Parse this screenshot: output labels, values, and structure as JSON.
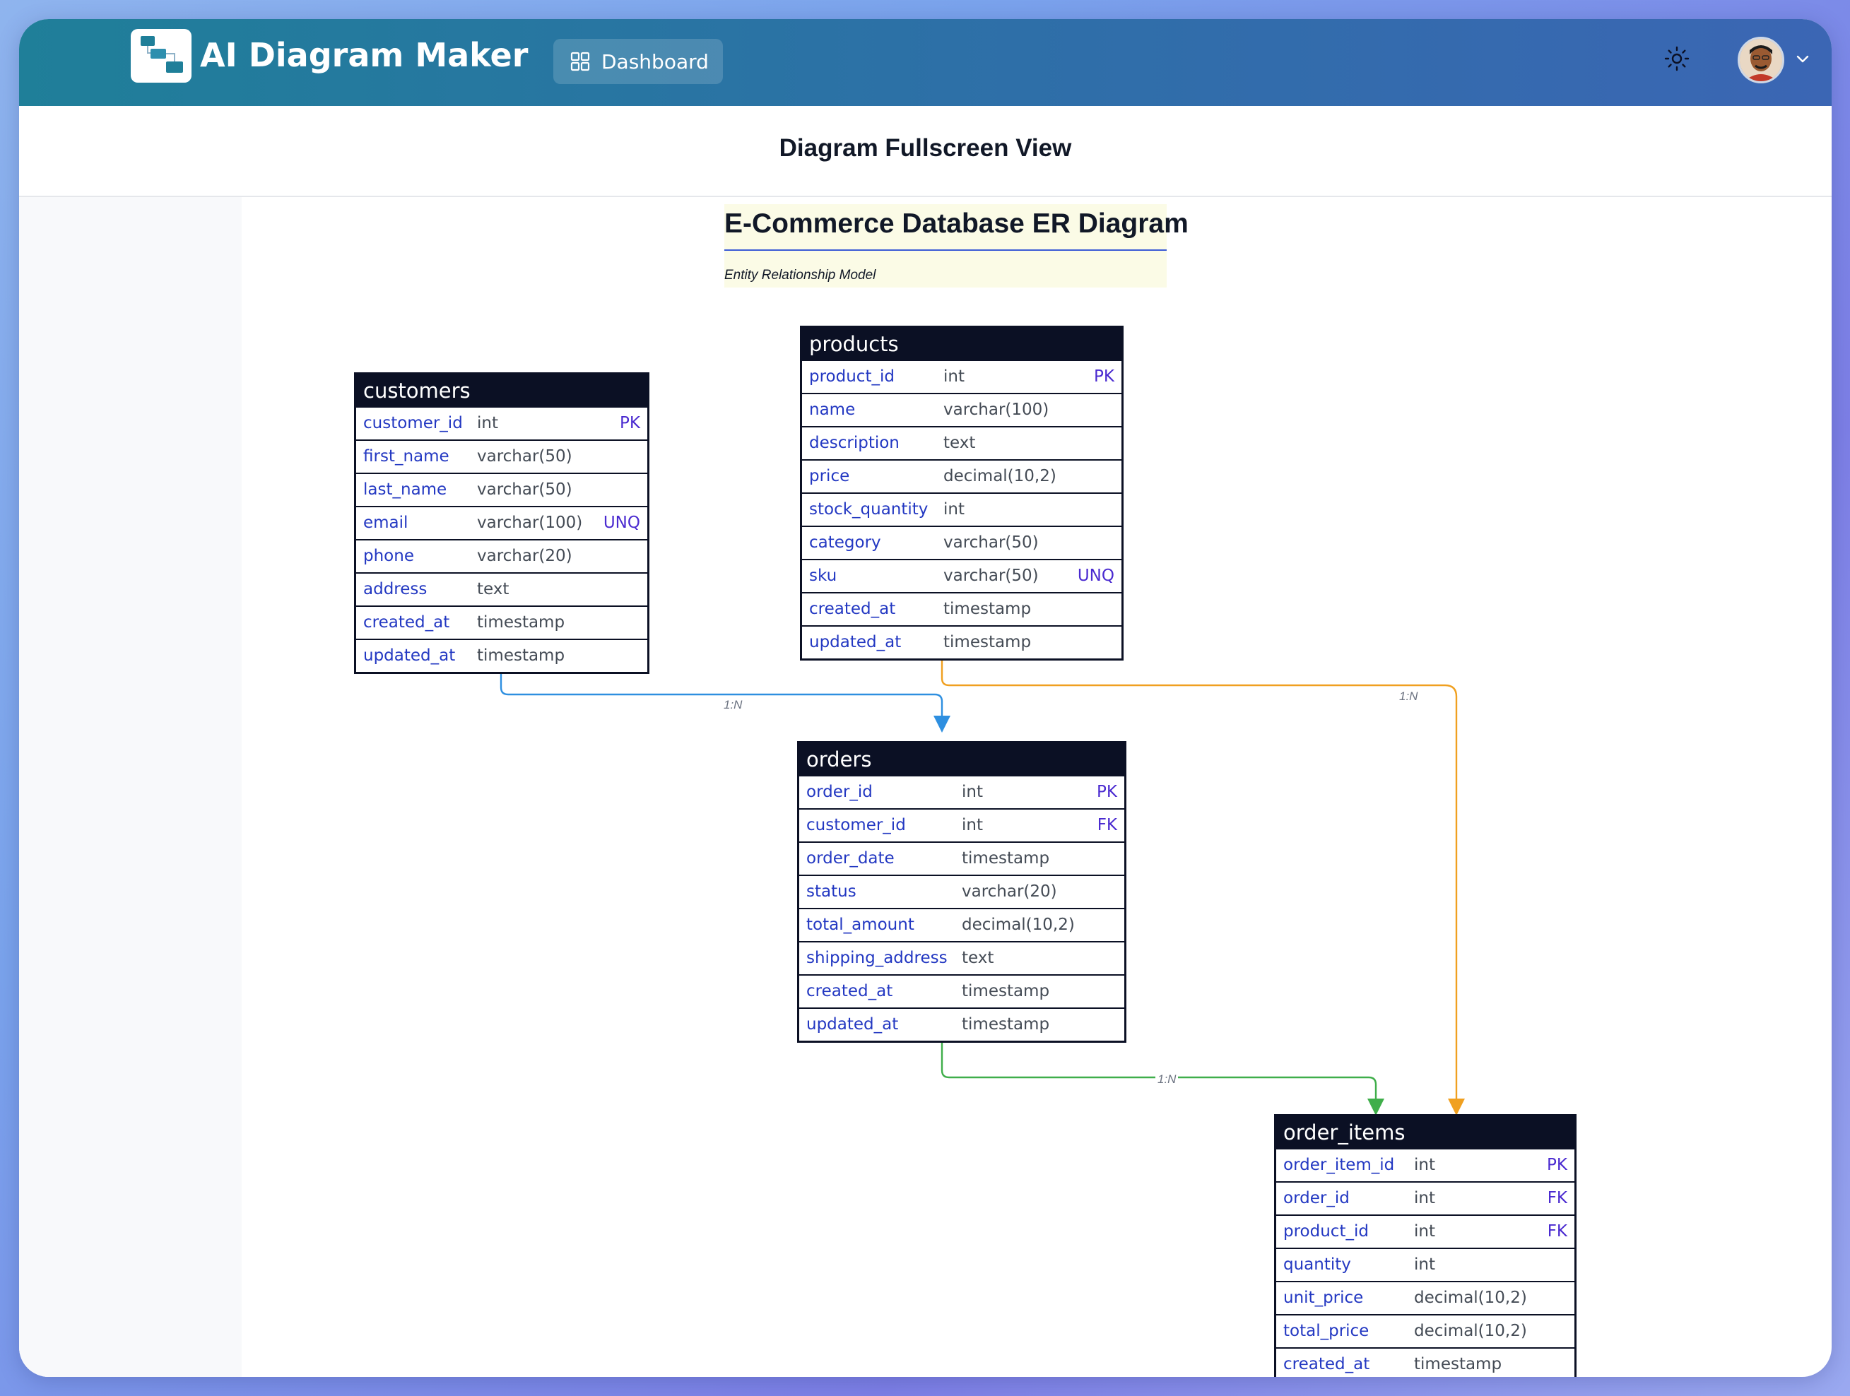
{
  "app": {
    "title": "AI Diagram Maker"
  },
  "header": {
    "dashboard_label": "Dashboard"
  },
  "page": {
    "title": "Diagram Fullscreen View"
  },
  "diagram": {
    "title": "E-Commerce Database ER Diagram",
    "subtitle": "Entity Relationship Model",
    "entities": {
      "customers": {
        "name": "customers",
        "fields": [
          [
            "customer_id",
            "int",
            "PK"
          ],
          [
            "first_name",
            "varchar(50)",
            ""
          ],
          [
            "last_name",
            "varchar(50)",
            ""
          ],
          [
            "email",
            "varchar(100)",
            "UNQ"
          ],
          [
            "phone",
            "varchar(20)",
            ""
          ],
          [
            "address",
            "text",
            ""
          ],
          [
            "created_at",
            "timestamp",
            ""
          ],
          [
            "updated_at",
            "timestamp",
            ""
          ]
        ]
      },
      "products": {
        "name": "products",
        "fields": [
          [
            "product_id",
            "int",
            "PK"
          ],
          [
            "name",
            "varchar(100)",
            ""
          ],
          [
            "description",
            "text",
            ""
          ],
          [
            "price",
            "decimal(10,2)",
            ""
          ],
          [
            "stock_quantity",
            "int",
            ""
          ],
          [
            "category",
            "varchar(50)",
            ""
          ],
          [
            "sku",
            "varchar(50)",
            "UNQ"
          ],
          [
            "created_at",
            "timestamp",
            ""
          ],
          [
            "updated_at",
            "timestamp",
            ""
          ]
        ]
      },
      "orders": {
        "name": "orders",
        "fields": [
          [
            "order_id",
            "int",
            "PK"
          ],
          [
            "customer_id",
            "int",
            "FK"
          ],
          [
            "order_date",
            "timestamp",
            ""
          ],
          [
            "status",
            "varchar(20)",
            ""
          ],
          [
            "total_amount",
            "decimal(10,2)",
            ""
          ],
          [
            "shipping_address",
            "text",
            ""
          ],
          [
            "created_at",
            "timestamp",
            ""
          ],
          [
            "updated_at",
            "timestamp",
            ""
          ]
        ]
      },
      "order_items": {
        "name": "order_items",
        "fields": [
          [
            "order_item_id",
            "int",
            "PK"
          ],
          [
            "order_id",
            "int",
            "FK"
          ],
          [
            "product_id",
            "int",
            "FK"
          ],
          [
            "quantity",
            "int",
            ""
          ],
          [
            "unit_price",
            "decimal(10,2)",
            ""
          ],
          [
            "total_price",
            "decimal(10,2)",
            ""
          ],
          [
            "created_at",
            "timestamp",
            ""
          ]
        ]
      }
    },
    "relationships": [
      {
        "from": "customers",
        "to": "orders",
        "label": "1:N",
        "color": "#2e8fe0"
      },
      {
        "from": "products",
        "to": "order_items",
        "label": "1:N",
        "color": "#f0a020"
      },
      {
        "from": "orders",
        "to": "order_items",
        "label": "1:N",
        "color": "#3fae4a"
      }
    ]
  },
  "icons": {
    "dashboard": "grid-icon",
    "theme": "sun-icon",
    "menu": "chevron-down-icon"
  },
  "colors": {
    "header_start": "#1f7f99",
    "header_end": "#3b66b4",
    "entity_header": "#0b1024",
    "field_name": "#2338c2",
    "key_badge": "#4a2ad0"
  }
}
